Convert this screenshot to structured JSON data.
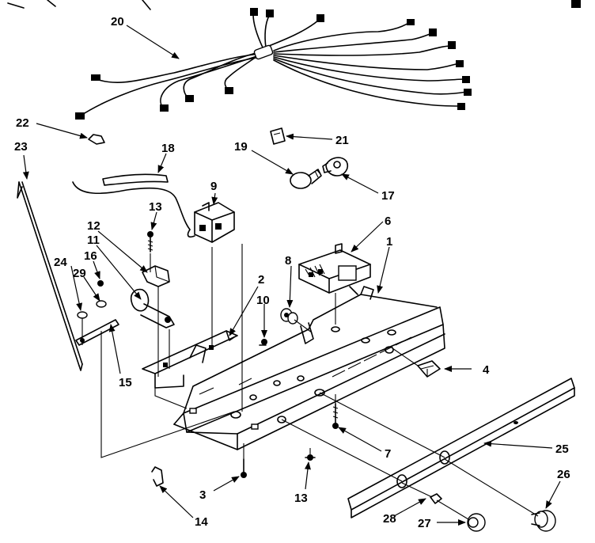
{
  "labels": {
    "l1": "1",
    "l2": "2",
    "l3": "3",
    "l4": "4",
    "l6": "6",
    "l7": "7",
    "l8": "8",
    "l9": "9",
    "l10": "10",
    "l11": "11",
    "l12": "12",
    "l13a": "13",
    "l13b": "13",
    "l14": "14",
    "l15": "15",
    "l16": "16",
    "l17": "17",
    "l18": "18",
    "l19": "19",
    "l20": "20",
    "l21": "21",
    "l22": "22",
    "l23": "23",
    "l24": "24",
    "l25": "25",
    "l26": "26",
    "l27": "27",
    "l28": "28",
    "l29": "29"
  }
}
